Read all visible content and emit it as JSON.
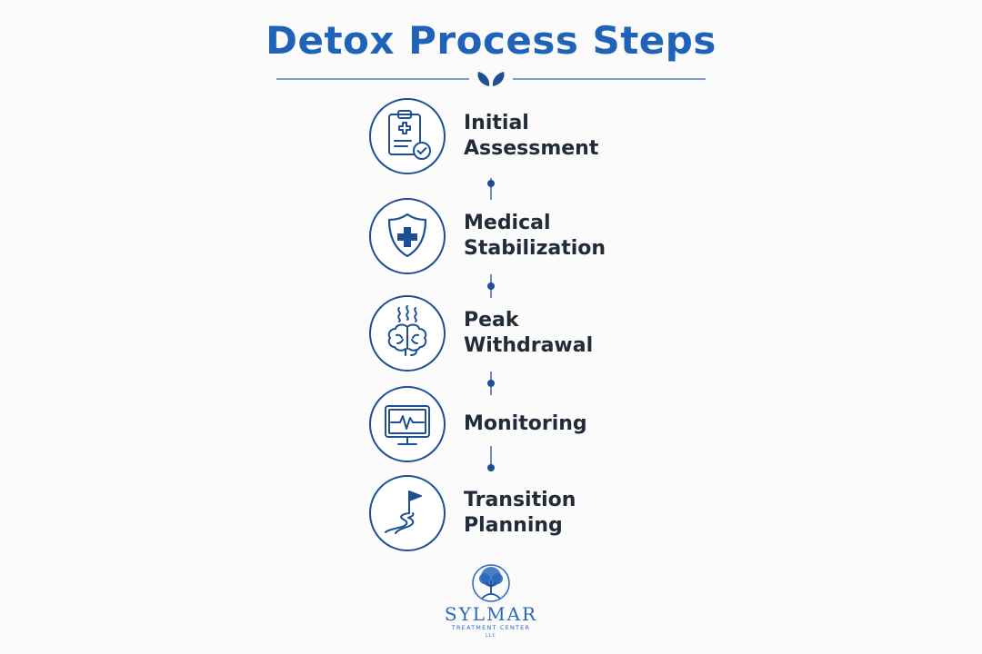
{
  "title": "Detox Process Steps",
  "steps": [
    {
      "line1": "Initial",
      "line2": "Assessment",
      "icon": "clipboard-medical-check-icon"
    },
    {
      "line1": "Medical",
      "line2": "Stabilization",
      "icon": "shield-cross-icon"
    },
    {
      "line1": "Peak",
      "line2": "Withdrawal",
      "icon": "brain-heat-icon"
    },
    {
      "line1": "Monitoring",
      "line2": "",
      "icon": "heart-monitor-icon"
    },
    {
      "line1": "Transition",
      "line2": "Planning",
      "icon": "flag-path-icon"
    }
  ],
  "brand": {
    "name": "SYLMAR",
    "sub": "TREATMENT CENTER",
    "llc": "LLC",
    "logo_icon": "tree-of-life-icon"
  },
  "colors": {
    "title": "#1f63b8",
    "icon_stroke": "#1f4f93",
    "label": "#222b38",
    "accent": "#2a68b9"
  }
}
